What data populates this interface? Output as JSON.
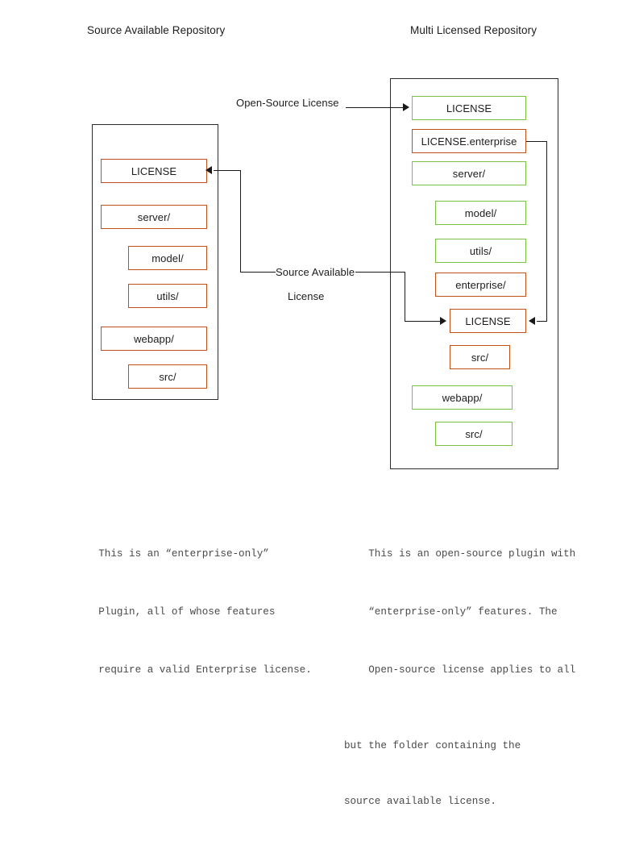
{
  "colors": {
    "enterprise_border": "#c0501a",
    "opensource_border": "#7cc242",
    "outline": "#2b2b2b",
    "connector": "#1a1a1a",
    "background": "#ffffff"
  },
  "titles": {
    "left": "Source Available Repository",
    "right": "Multi Licensed Repository"
  },
  "left_repo": {
    "name": "Source Available Repository",
    "nodes": [
      {
        "label": "LICENSE",
        "license": "source-available",
        "indent": 0
      },
      {
        "label": "server/",
        "license": "source-available",
        "indent": 0
      },
      {
        "label": "model/",
        "license": "source-available",
        "indent": 1
      },
      {
        "label": "utils/",
        "license": "source-available",
        "indent": 1
      },
      {
        "label": "webapp/",
        "license": "source-available",
        "indent": 0
      },
      {
        "label": "src/",
        "license": "source-available",
        "indent": 1
      }
    ]
  },
  "right_repo": {
    "name": "Multi Licensed Repository",
    "nodes": [
      {
        "label": "LICENSE",
        "license": "open-source",
        "indent": 0
      },
      {
        "label": "LICENSE.enterprise",
        "license": "source-available",
        "indent": 0
      },
      {
        "label": "server/",
        "license": "open-source",
        "indent": 0
      },
      {
        "label": "model/",
        "license": "open-source",
        "indent": 1
      },
      {
        "label": "utils/",
        "license": "open-source",
        "indent": 1
      },
      {
        "label": "enterprise/",
        "license": "source-available",
        "indent": 1
      },
      {
        "label": "LICENSE",
        "license": "source-available",
        "indent": 2
      },
      {
        "label": "src/",
        "license": "source-available",
        "indent": 2
      },
      {
        "label": "webapp/",
        "license": "open-source",
        "indent": 0
      },
      {
        "label": "src/",
        "license": "open-source",
        "indent": 1
      }
    ]
  },
  "connectors": {
    "open_source_label": "Open-Source License",
    "source_available_label_line1": "Source Available",
    "source_available_label_line2": "License"
  },
  "captions": {
    "left": {
      "line1": "This is an “enterprise-only”",
      "line2": "Plugin, all of whose features",
      "line3": "require a valid Enterprise license."
    },
    "right": {
      "line1": "This is an open-source plugin with",
      "line2": "“enterprise-only” features. The",
      "line3": "Open-source license applies to all",
      "line4": "but the folder containing the",
      "line5": "source available license."
    }
  }
}
